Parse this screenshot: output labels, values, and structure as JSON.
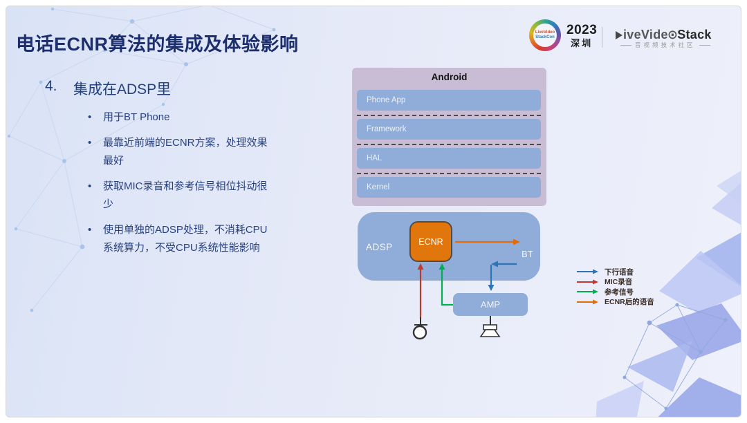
{
  "slide": {
    "title": "电话ECNR算法的集成及体验影响",
    "section_number": "4.",
    "section_heading": "集成在ADSP里",
    "bullets": [
      "用于BT Phone",
      "最靠近前端的ECNR方案，处理效果最好",
      "获取MIC录音和参考信号相位抖动很少",
      "使用单独的ADSP处理，不消耗CPU系统算力，不受CPU系统性能影响"
    ]
  },
  "header": {
    "year": "2023",
    "city": "深圳",
    "ring_line1": "LiveVideo",
    "ring_line2": "StackCon",
    "brand_leading": "iveVide",
    "brand_o": "⊙",
    "brand_trailing": "Stack",
    "brand_subtitle": "音视频技术社区"
  },
  "diagram": {
    "android_label": "Android",
    "layers": [
      "Phone App",
      "Framework",
      "HAL",
      "Kernel"
    ],
    "adsp_label": "ADSP",
    "ecnr_label": "ECNR",
    "bt_label": "BT",
    "amp_label": "AMP",
    "legend": [
      {
        "label": "下行语音",
        "color": "#2e75b6"
      },
      {
        "label": "MIC录音",
        "color": "#c0392b"
      },
      {
        "label": "参考信号",
        "color": "#00b050"
      },
      {
        "label": "ECNR后的语音",
        "color": "#e36c09"
      }
    ],
    "colors": {
      "android_bg": "#c9bdd5",
      "layer_bg": "#8fadd8",
      "ecnr_bg": "#e1760c"
    }
  }
}
